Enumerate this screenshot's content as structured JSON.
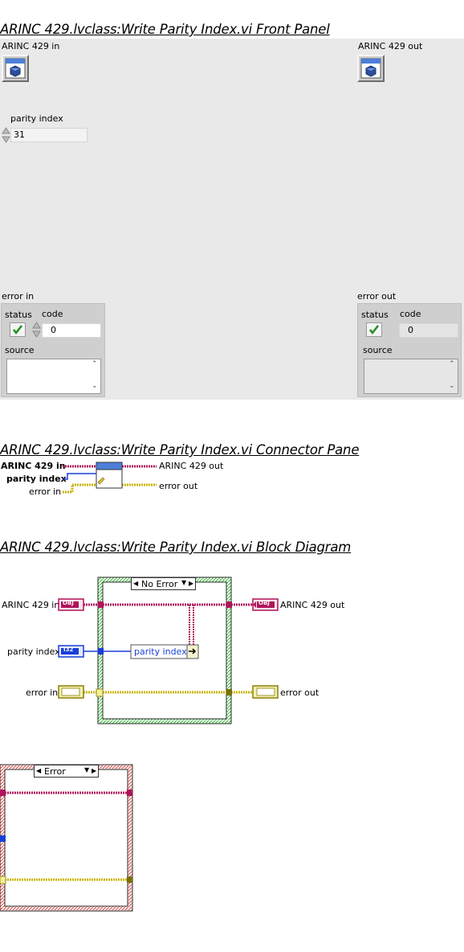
{
  "front_panel": {
    "title": "ARINC 429.lvclass:Write Parity Index.vi Front Panel",
    "arinc_in_label": "ARINC 429 in",
    "arinc_out_label": "ARINC 429 out",
    "parity_index_label": "parity index",
    "parity_index_value": "31",
    "error_in": {
      "label": "error in",
      "status_label": "status",
      "code_label": "code",
      "code_value": "0",
      "source_label": "source"
    },
    "error_out": {
      "label": "error out",
      "status_label": "status",
      "code_label": "code",
      "code_value": "0",
      "source_label": "source"
    }
  },
  "connector_pane": {
    "title": "ARINC 429.lvclass:Write Parity Index.vi Connector Pane",
    "arinc_in": "ARINC 429 in",
    "parity_index": "parity index",
    "error_in": "error in",
    "arinc_out": "ARINC 429 out",
    "error_out": "error out"
  },
  "block_diagram": {
    "title": "ARINC 429.lvclass:Write Parity Index.vi Block Diagram",
    "case_no_error": "No Error",
    "case_error": "Error",
    "arinc_in": "ARINC 429 in",
    "parity_index": "parity index",
    "error_in": "error in",
    "arinc_out": "ARINC 429 out",
    "error_out": "error out",
    "property_node_label": "parity index",
    "obj_tag": "OBJ",
    "i32_tag": "I32"
  },
  "colors": {
    "class_wire": "#b0145c",
    "error_wire": "#c8b400",
    "int_wire": "#1a3fd6",
    "case_true": "#40c040",
    "case_false": "#e05050"
  }
}
